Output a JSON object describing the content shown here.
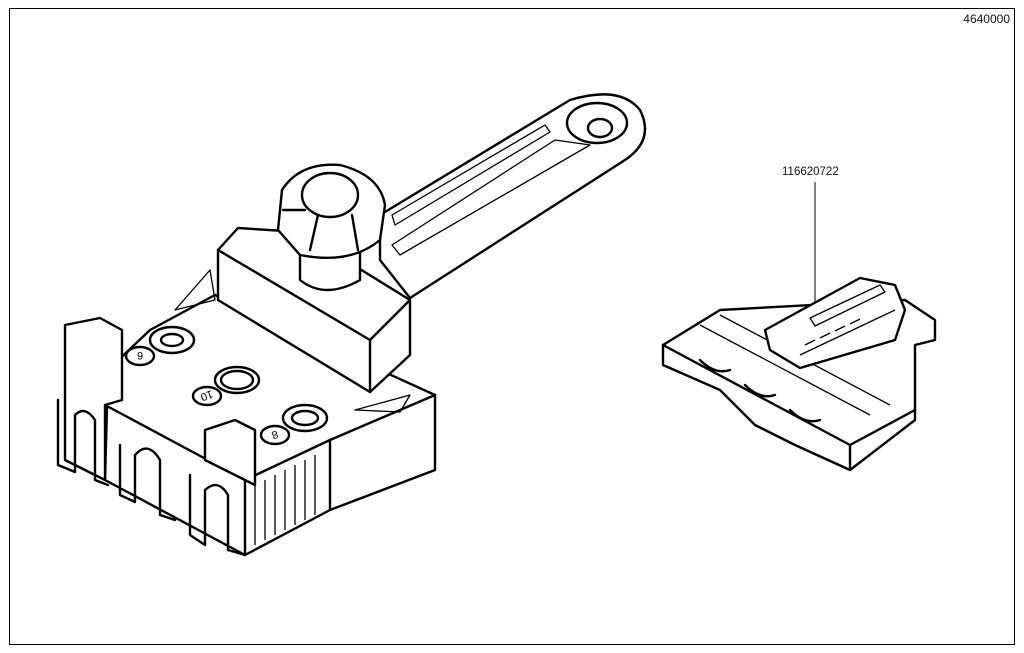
{
  "drawing": {
    "document_number": "4640000",
    "callouts": [
      {
        "part_number": "116620722"
      }
    ],
    "hole_labels": [
      "6",
      "10",
      "8"
    ]
  }
}
